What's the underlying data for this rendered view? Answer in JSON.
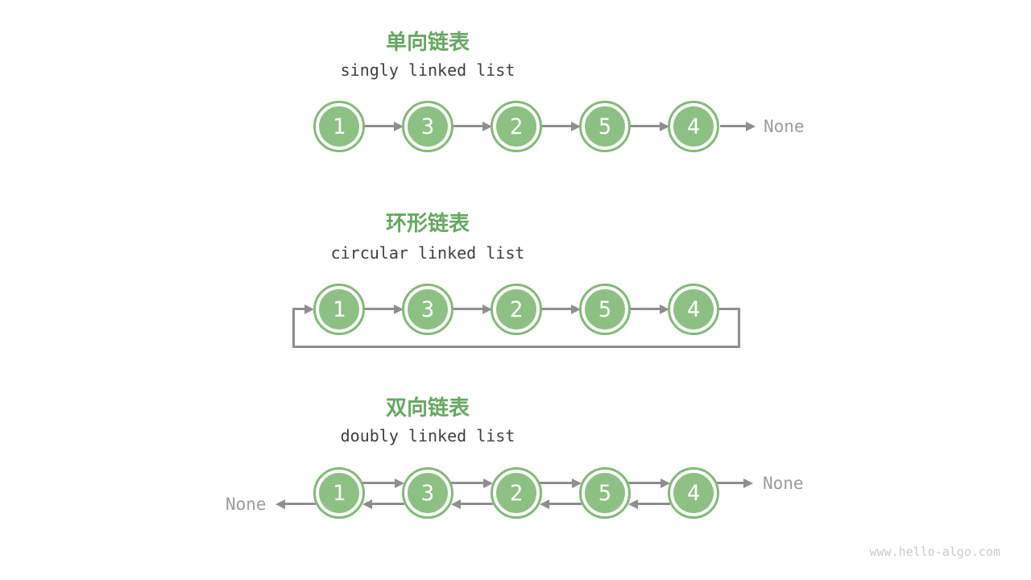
{
  "page": {
    "background": "#ffffff",
    "watermark": "www.hello-algo.com"
  },
  "colors": {
    "title_green": "#67a762",
    "node_fill": "#8dc083",
    "node_ring": "#83b879",
    "node_value_text": "#ffffff",
    "arrow_gray": "#8e8e8e",
    "subtitle_gray": "#3f3f3f",
    "none_label_gray": "#9c9c9c",
    "watermark_gray": "#cbcbcb"
  },
  "sections": [
    {
      "id": "singly",
      "title": "单向链表",
      "subtitle": "singly linked list",
      "nodes": [
        "1",
        "3",
        "2",
        "5",
        "4"
      ],
      "tail_label": "None"
    },
    {
      "id": "circular",
      "title": "环形链表",
      "subtitle": "circular linked list",
      "nodes": [
        "1",
        "3",
        "2",
        "5",
        "4"
      ]
    },
    {
      "id": "doubly",
      "title": "双向链表",
      "subtitle": "doubly linked list",
      "nodes": [
        "1",
        "3",
        "2",
        "5",
        "4"
      ],
      "head_label": "None",
      "tail_label": "None"
    }
  ]
}
